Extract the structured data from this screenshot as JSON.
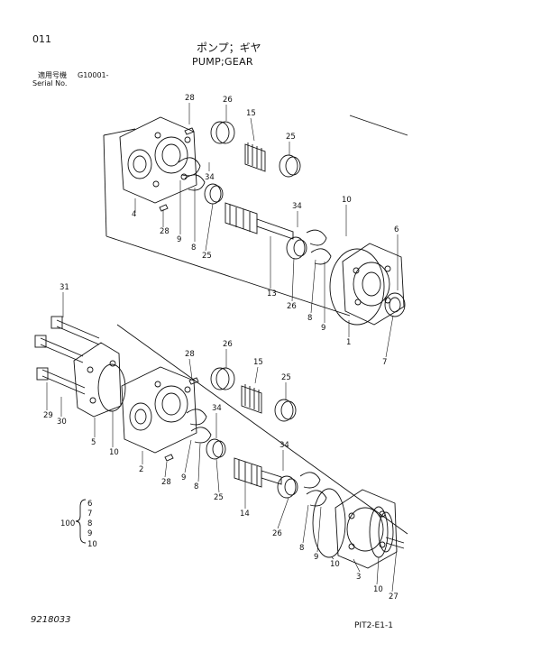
{
  "header": {
    "page_number": "011",
    "title_jp": "ポンプ；ギヤ",
    "title_en": "PUMP;GEAR",
    "applicable_label": "適用号機",
    "serial_range": "G10001-",
    "serial_label": "Serial No."
  },
  "assembly_group": {
    "label": "100",
    "members": [
      "6",
      "7",
      "8",
      "9",
      "10"
    ]
  },
  "callouts_upper": [
    "28",
    "26",
    "15",
    "25",
    "34",
    "4",
    "28",
    "9",
    "8",
    "25",
    "34",
    "10",
    "6",
    "13",
    "26",
    "8",
    "9",
    "1",
    "7"
  ],
  "callouts_lower": [
    "31",
    "28",
    "26",
    "15",
    "25",
    "34",
    "29",
    "30",
    "5",
    "10",
    "2",
    "28",
    "9",
    "8",
    "25",
    "34",
    "14",
    "26",
    "8",
    "9",
    "10",
    "3",
    "10",
    "27"
  ],
  "footer": {
    "drawing_number": "9218033",
    "page_code": "PIT2-E1-1"
  }
}
